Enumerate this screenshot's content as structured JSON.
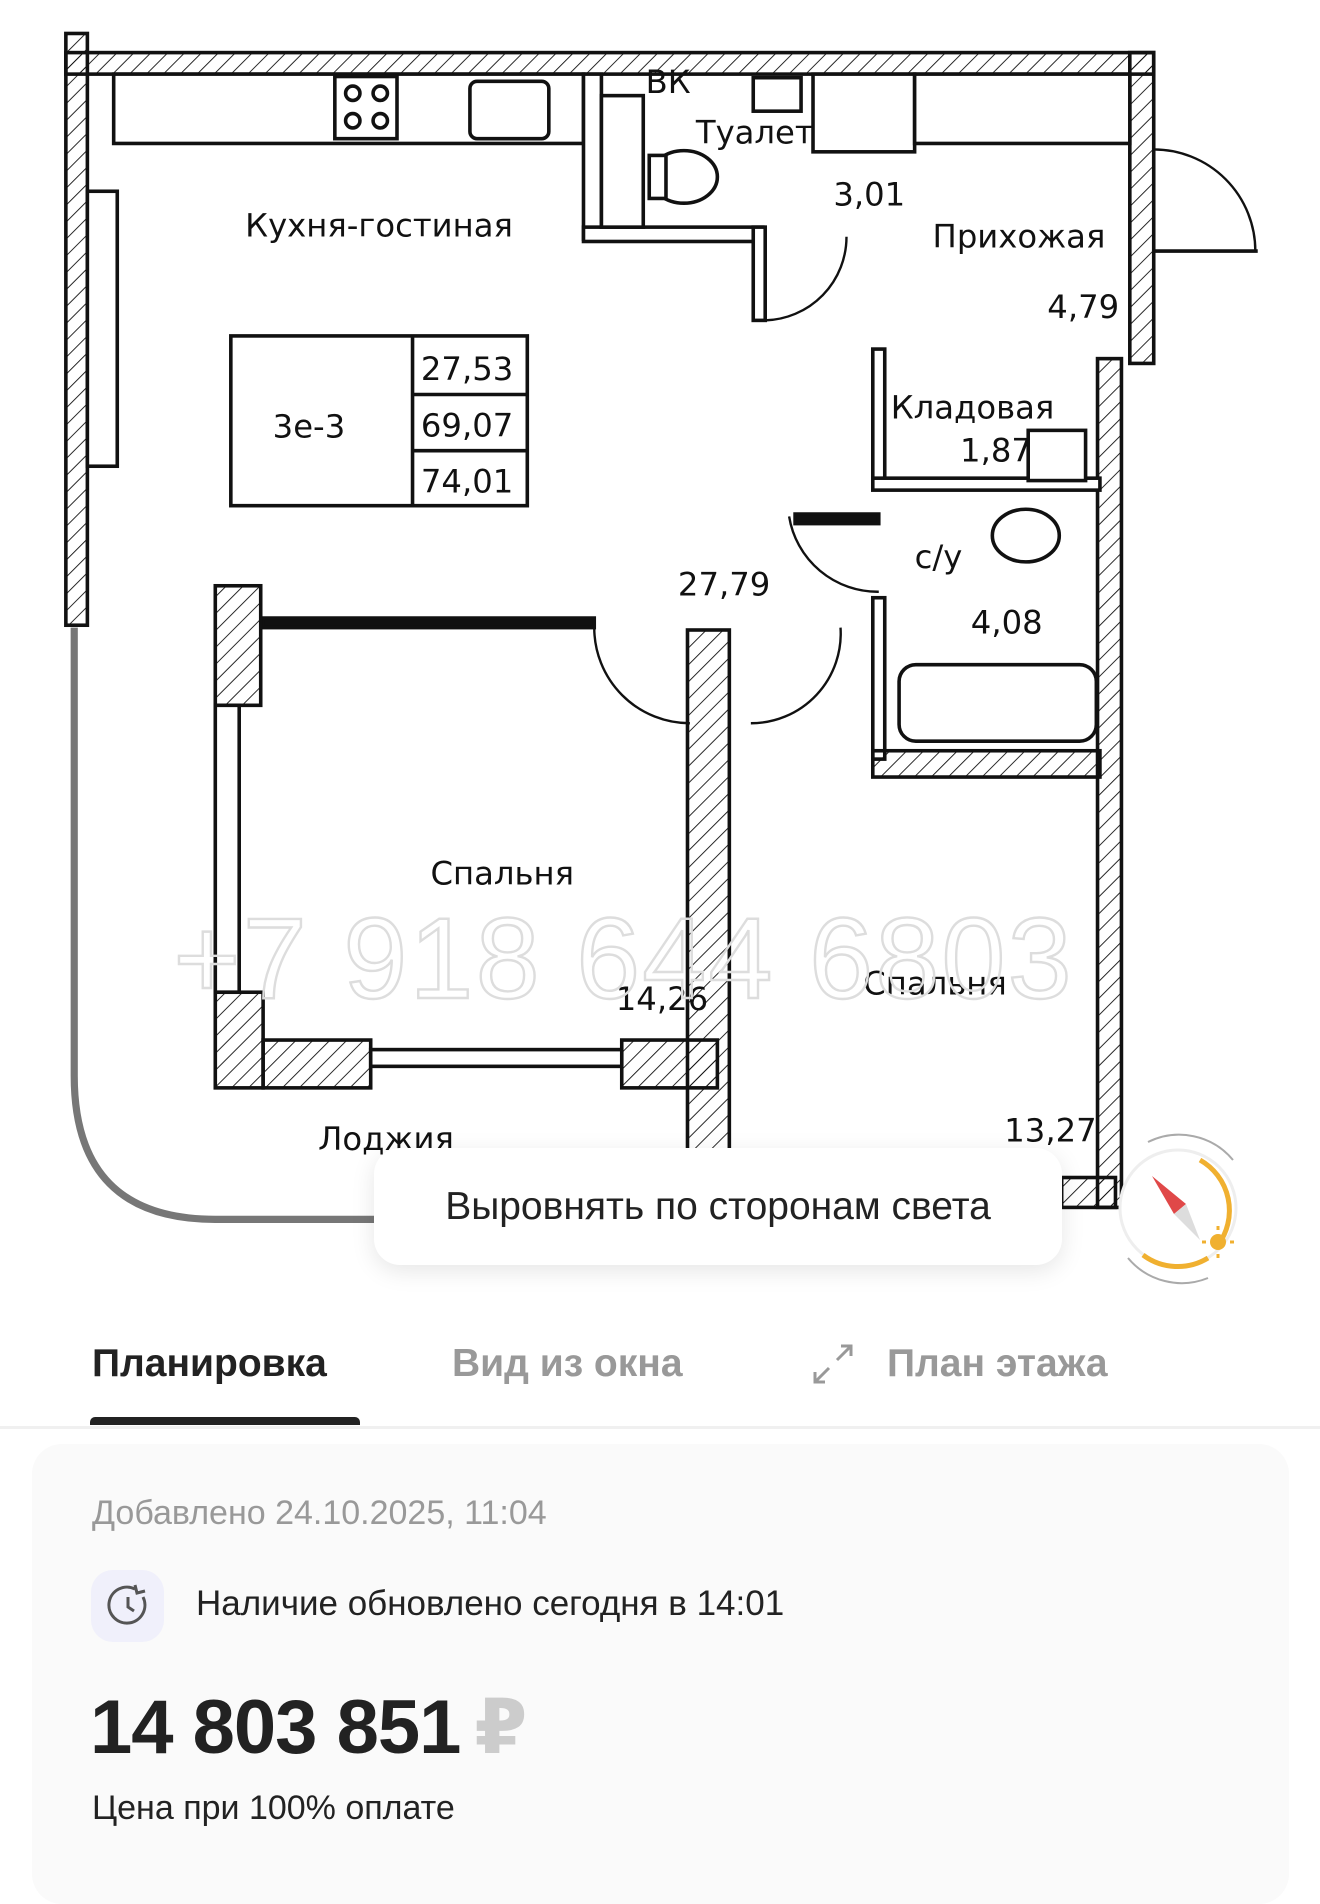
{
  "floor_plan": {
    "watermark": "+7 918 644 6803",
    "apartment_code": "3е-3",
    "areas": {
      "living": "27,53",
      "total": "69,07",
      "total_with_loggia": "74,01"
    },
    "rooms": [
      {
        "name": "Кухня-гостиная",
        "area": "27,79"
      },
      {
        "name": "Туалет",
        "area": "3,01"
      },
      {
        "name": "Прихожая",
        "area": "4,79"
      },
      {
        "name": "Кладовая",
        "area": "1,87"
      },
      {
        "name": "с/у",
        "area": "4,08"
      },
      {
        "name": "Спальня",
        "area": "14,26"
      },
      {
        "name": "Спальня",
        "area": "13,27"
      },
      {
        "name": "Лоджия",
        "area": ""
      }
    ],
    "vk_label": "ВК"
  },
  "align_button": {
    "label": "Выровнять по сторонам света"
  },
  "compass": {
    "icon": "compass-sun-icon",
    "needle_color": "#e04848",
    "arc_color": "#f0b030"
  },
  "tabs": [
    {
      "label": "Планировка",
      "active": true
    },
    {
      "label": "Вид из окна",
      "active": false
    },
    {
      "label": "План этажа",
      "active": false,
      "icon": "expand-icon"
    }
  ],
  "info": {
    "added": "Добавлено 24.10.2025, 11:04",
    "availability": "Наличие обновлено сегодня в 14:01",
    "availability_icon": "clock-refresh-icon",
    "price": "14 803 851",
    "currency": "₽",
    "price_note": "Цена при 100% оплате"
  }
}
